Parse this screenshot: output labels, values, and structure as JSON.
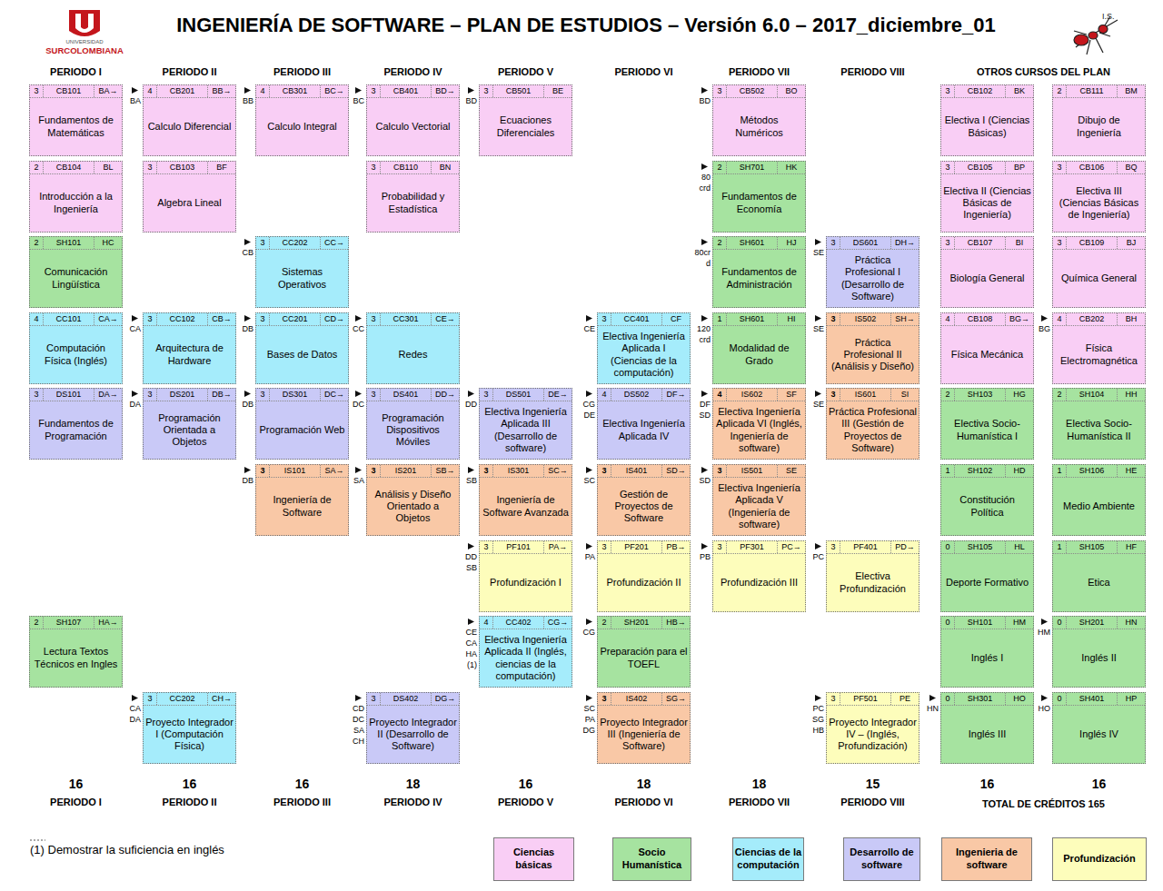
{
  "diagram": {
    "title": "INGENIERÍA DE SOFTWARE – PLAN DE ESTUDIOS – Versión 6.0 – 2017_diciembre_01",
    "nodes": [
      {
        "text": [
          "3",
          "CB101",
          "BA→",
          "Fundamentos de Matemáticas"
        ]
      },
      {
        "text": [
          "2",
          "CB104",
          "BL",
          "Introducción a la Ingeniería"
        ]
      },
      {
        "text": [
          "2",
          "SH101",
          "HC",
          "Comunicación Lingüística"
        ]
      },
      {
        "text": [
          "4",
          "CC101",
          "CA→",
          "Computación Física (Inglés)"
        ]
      },
      {
        "text": [
          "3",
          "DS101",
          "DA→",
          "Fundamentos de Programación"
        ]
      },
      {
        "text": [
          "2",
          "SH107",
          "HA→",
          "Lectura Textos Técnicos en Ingles"
        ]
      },
      {
        "text": [
          "4",
          "CB201",
          "BB→",
          "Calculo Diferencial"
        ]
      },
      {
        "text": [
          "3",
          "CB103",
          "BF",
          "Algebra Lineal"
        ]
      },
      {
        "text": [
          "3",
          "CC102",
          "CB→",
          "Arquitectura de Hardware"
        ]
      },
      {
        "text": [
          "3",
          "DS201",
          "DB→",
          "Programación Orientada a Objetos"
        ]
      },
      {
        "text": [
          "3",
          "CC202",
          "CH→",
          "Proyecto Integrador I (Computación Física)"
        ]
      },
      {
        "text": [
          "4",
          "CB301",
          "BC→",
          "Calculo Integral"
        ]
      },
      {
        "text": [
          "3",
          "CC202",
          "CC→",
          "Sistemas Operativos"
        ]
      },
      {
        "text": [
          "3",
          "CC201",
          "CD→",
          "Bases de Datos"
        ]
      },
      {
        "text": [
          "3",
          "DS301",
          "DC→",
          "Programación Web"
        ]
      },
      {
        "text": [
          "3",
          "IS101",
          "SA→",
          "Ingeniería de Software"
        ]
      },
      {
        "text": [
          "3",
          "CB401",
          "BD→",
          "Calculo Vectorial"
        ]
      },
      {
        "text": [
          "3",
          "CB110",
          "BN",
          "Probabilidad y Estadística"
        ]
      },
      {
        "text": [
          "3",
          "CC301",
          "CE→",
          "Redes"
        ]
      },
      {
        "text": [
          "3",
          "DS401",
          "DD→",
          "Programación Dispositivos Móviles"
        ]
      },
      {
        "text": [
          "3",
          "IS201",
          "SB→",
          "Análisis y Diseño Orientado a Objetos"
        ]
      },
      {
        "text": [
          "3",
          "DS402",
          "DG→",
          "Proyecto Integrador II (Desarrollo de Software)"
        ]
      },
      {
        "text": [
          "3",
          "CB501",
          "BE",
          "Ecuaciones Diferenciales"
        ]
      },
      {
        "text": [
          "3",
          "DS501",
          "DE→",
          "Electiva Ingeniería Aplicada III (Desarrollo de software)"
        ]
      },
      {
        "text": [
          "3",
          "IS301",
          "SC→",
          "Ingeniería de Software Avanzada"
        ]
      },
      {
        "text": [
          "3",
          "PF101",
          "PA→",
          "Profundización I"
        ]
      },
      {
        "text": [
          "4",
          "CC402",
          "CG→",
          "Electiva Ingeniería Aplicada II (Inglés, ciencias de la computación)"
        ]
      },
      {
        "text": [
          "3",
          "CC401",
          "CF",
          "Electiva Ingeniería Aplicada I (Ciencias de la computación)"
        ]
      },
      {
        "text": [
          "4",
          "DS502",
          "DF→",
          "Electiva Ingeniería Aplicada IV"
        ]
      },
      {
        "text": [
          "3",
          "IS401",
          "SD→",
          "Gestión de Proyectos de Software"
        ]
      },
      {
        "text": [
          "3",
          "PF201",
          "PB→",
          "Profundización II"
        ]
      },
      {
        "text": [
          "2",
          "SH201",
          "HB→",
          "Preparación para el TOEFL"
        ]
      },
      {
        "text": [
          "3",
          "IS402",
          "SG→",
          "Proyecto Integrador III (Ingeniería de Software)"
        ]
      },
      {
        "text": [
          "3",
          "CB502",
          "BO",
          "Métodos Numéricos"
        ]
      },
      {
        "text": [
          "2",
          "SH701",
          "HK",
          "Fundamentos de Economía"
        ]
      },
      {
        "text": [
          "2",
          "SH601",
          "HJ",
          "Fundamentos de Administración"
        ]
      },
      {
        "text": [
          "1",
          "SH601",
          "HI",
          "Modalidad de Grado"
        ]
      },
      {
        "text": [
          "4",
          "IS602",
          "SF",
          "Electiva Ingeniería Aplicada VI (Inglés, Ingeniería de software)"
        ]
      },
      {
        "text": [
          "3",
          "IS501",
          "SE",
          "Electiva Ingeniería Aplicada V (Ingeniería de software)"
        ]
      },
      {
        "text": [
          "3",
          "PF301",
          "PC→",
          "Profundización III"
        ]
      },
      {
        "text": [
          "3",
          "DS601",
          "DH→",
          "Práctica Profesional I (Desarrollo de Software)"
        ]
      },
      {
        "text": [
          "3",
          "IS502",
          "SH→",
          "Práctica Profesional II (Análisis y Diseño)"
        ]
      },
      {
        "text": [
          "3",
          "IS601",
          "SI",
          "Práctica Profesional III (Gestión de Proyectos de Software)"
        ]
      },
      {
        "text": [
          "3",
          "PF401",
          "PD→",
          "Electiva Profundización"
        ]
      },
      {
        "text": [
          "3",
          "PF501",
          "PE",
          "Proyecto Integrador IV – (Inglés, Profundización)"
        ]
      },
      {
        "text": [
          "3",
          "CB102",
          "BK",
          "Electiva I (Ciencias Básicas)"
        ]
      },
      {
        "text": [
          "2",
          "CB111",
          "BM",
          "Dibujo de Ingeniería"
        ]
      },
      {
        "text": [
          "3",
          "CB105",
          "BP",
          "Electiva II (Ciencias Básicas de Ingeniería)"
        ]
      },
      {
        "text": [
          "3",
          "CB106",
          "BQ",
          "Electiva III (Ciencias Básicas de Ingeniería)"
        ]
      },
      {
        "text": [
          "3",
          "CB107",
          "BI",
          "Biología General"
        ]
      },
      {
        "text": [
          "3",
          "CB109",
          "BJ",
          "Química General"
        ]
      },
      {
        "text": [
          "4",
          "CB108",
          "BG→",
          "Física Mecánica"
        ]
      },
      {
        "text": [
          "4",
          "CB202",
          "BH",
          "Física Electromagnética"
        ]
      },
      {
        "text": [
          "2",
          "SH103",
          "HG",
          "Electiva Socio-Humanística I"
        ]
      },
      {
        "text": [
          "2",
          "SH104",
          "HH",
          "Electiva Socio-Humanística II"
        ]
      },
      {
        "text": [
          "1",
          "SH102",
          "HD",
          "Constitución Política"
        ]
      },
      {
        "text": [
          "1",
          "SH106",
          "HE",
          "Medio Ambiente"
        ]
      },
      {
        "text": [
          "0",
          "SH105",
          "HL",
          "Deporte Formativo"
        ]
      },
      {
        "text": [
          "1",
          "SH105",
          "HF",
          "Etica"
        ]
      },
      {
        "text": [
          "0",
          "SH101",
          "HM",
          "Inglés I"
        ]
      },
      {
        "text": [
          "0",
          "SH201",
          "HN",
          "Inglés II"
        ]
      },
      {
        "text": [
          "0",
          "SH301",
          "HO",
          "Inglés III"
        ]
      },
      {
        "text": [
          "0",
          "SH401",
          "HP",
          "Inglés IV"
        ]
      }
    ],
    "labels": [
      "UNIVERSIDAD",
      "SURCOLOMBIANA",
      "I.S.",
      "PERIODO I",
      "PERIODO II",
      "PERIODO III",
      "PERIODO IV",
      "PERIODO V",
      "PERIODO VI",
      "PERIODO VII",
      "PERIODO VIII",
      "OTROS CURSOS DEL PLAN",
      "BA",
      "CA",
      "DA",
      "CA",
      "DA",
      "BB",
      "CB",
      "DB",
      "DB",
      "DB",
      "BC",
      "CC",
      "DC",
      "SA",
      "CD",
      "DC",
      "SA",
      "CH",
      "BD",
      "DD",
      "SB",
      "DD",
      "SB",
      "CE",
      "CA",
      "HA",
      "(1)",
      "CE",
      "CG",
      "DE",
      "SC",
      "PA",
      "CG",
      "SC",
      "PA",
      "DG",
      "BD",
      "80",
      "crd",
      "80cr",
      "d",
      "120",
      "crd",
      "DF",
      "SD",
      "SD",
      "PB",
      "SE",
      "SE",
      "SE",
      "PC",
      "PC",
      "SG",
      "HB",
      "BG",
      "HM",
      "HN",
      "HO",
      "16",
      "16",
      "16",
      "18",
      "16",
      "18",
      "18",
      "15",
      "16",
      "16",
      "PERIODO I",
      "PERIODO II",
      "PERIODO III",
      "PERIODO IV",
      "PERIODO V",
      "PERIODO VI",
      "PERIODO VII",
      "PERIODO VIII",
      "TOTAL DE CRÉDITOS 165",
      "(1) Demostrar la suficiencia en inglés"
    ],
    "legend": [
      {
        "text": "Ciencias básicas",
        "color": "#f9cef5"
      },
      {
        "text": "Socio Humanística",
        "color": "#a6e3a0"
      },
      {
        "text": "Ciencias de la computación",
        "color": "#a5ecfb"
      },
      {
        "text": "Desarrollo de software",
        "color": "#c9c9f7"
      },
      {
        "text": "Ingenieria de software",
        "color": "#f9c8a6"
      },
      {
        "text": "Profundización",
        "color": "#fdfdbb"
      }
    ]
  }
}
